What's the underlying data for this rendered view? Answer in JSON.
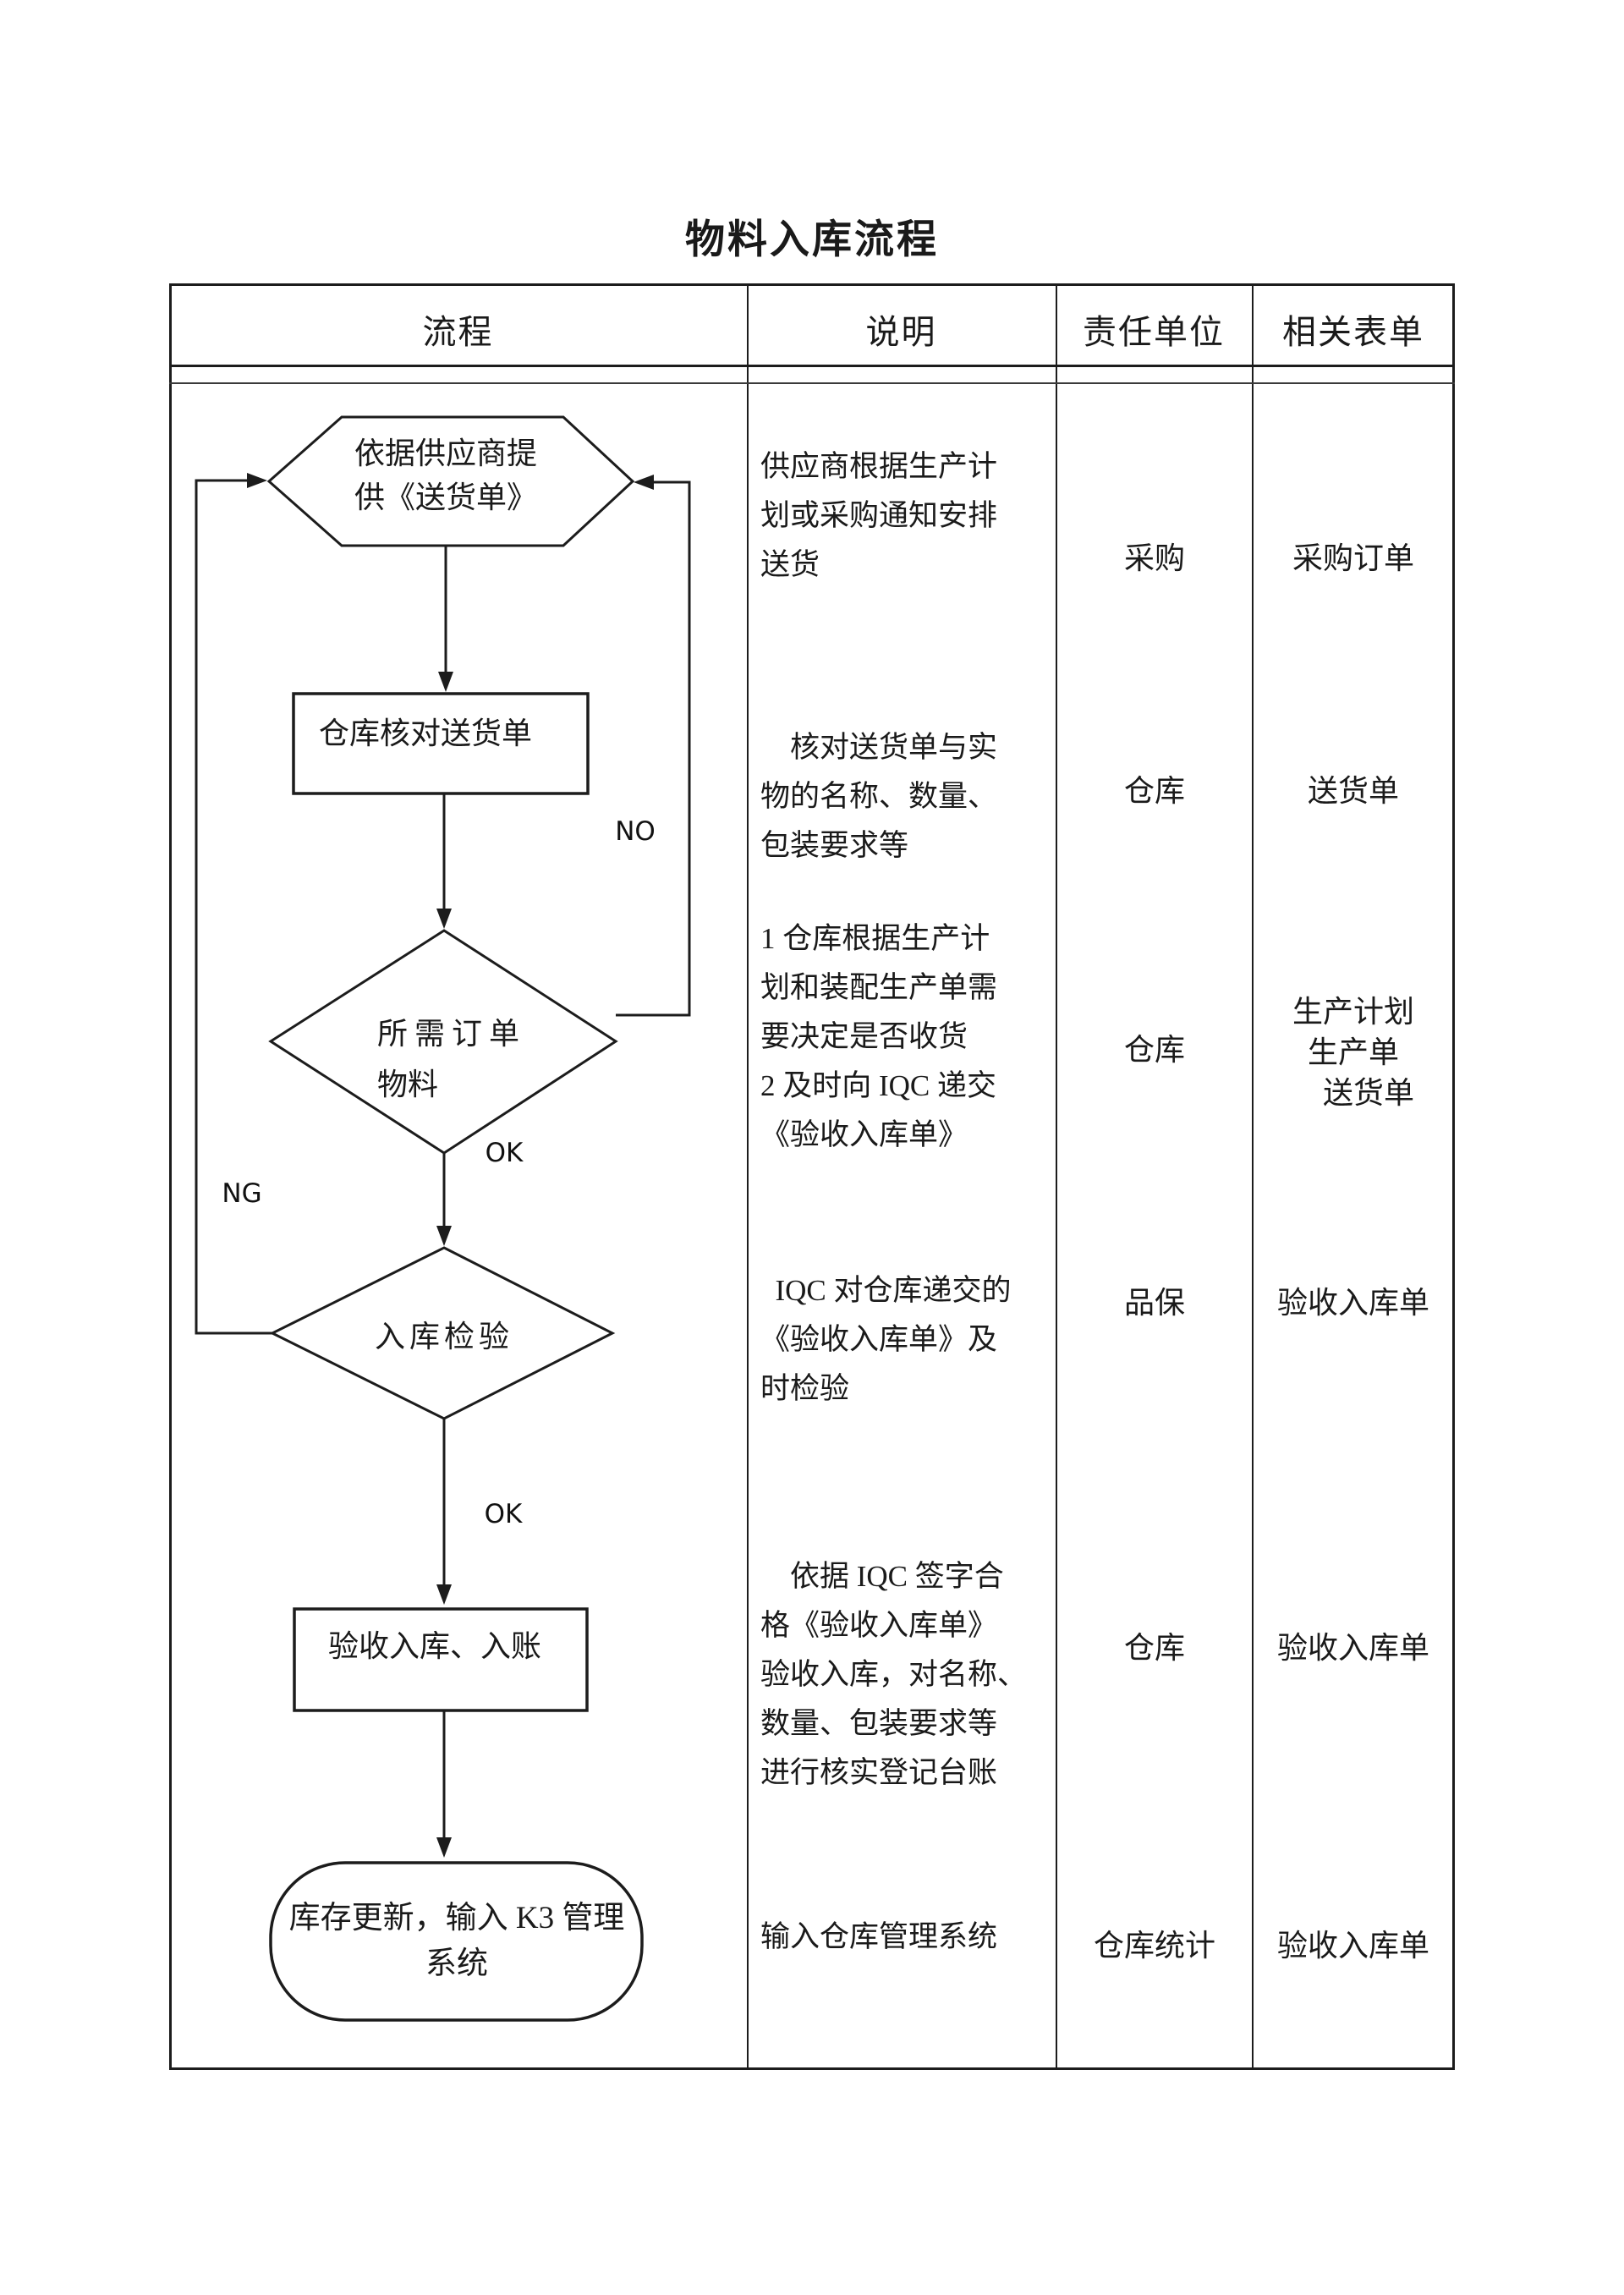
{
  "title": "物料入库流程",
  "colors": {
    "line": "#1c1c1c",
    "text": "#1a1a1a"
  },
  "table": {
    "headers": [
      "流程",
      "说明",
      "责任单位",
      "相关表单"
    ]
  },
  "flowchart": {
    "nodes": {
      "supplier": "依据供应商提\n供《送货单》",
      "warehouse_check": "仓库核对送货单",
      "order_need_line1": "所需订单",
      "order_need_line2": "物料",
      "inspection": "入库检验",
      "receive": "验收入库、入账",
      "stock_update": "库存更新，输入 K3 管理\n系统"
    },
    "labels": {
      "no": "NO",
      "ok": "OK",
      "ng": "NG"
    }
  },
  "rows": [
    {
      "desc": "供应商根据生产计\n划或采购通知安排\n送货",
      "unit": "采购",
      "form": "采购订单"
    },
    {
      "desc": "　核对送货单与实\n物的名称、数量、\n包装要求等",
      "unit": "仓库",
      "form": "送货单"
    },
    {
      "desc": "1 仓库根据生产计\n划和装配生产单需\n要决定是否收货\n2 及时向 IQC 递交\n《验收入库单》",
      "unit": "仓库",
      "form": "生产计划\n生产单\n　送货单"
    },
    {
      "desc": " IQC 对仓库递交的\n《验收入库单》及\n时检验",
      "unit": "品保",
      "form": "验收入库单"
    },
    {
      "desc": "　依据 IQC 签字合\n格《验收入库单》\n验收入库，对名称、\n数量、包装要求等\n进行核实登记台账",
      "unit": "仓库",
      "form": "验收入库单"
    },
    {
      "desc": "输入仓库管理系统",
      "unit": "仓库统计",
      "form": "验收入库单"
    }
  ]
}
